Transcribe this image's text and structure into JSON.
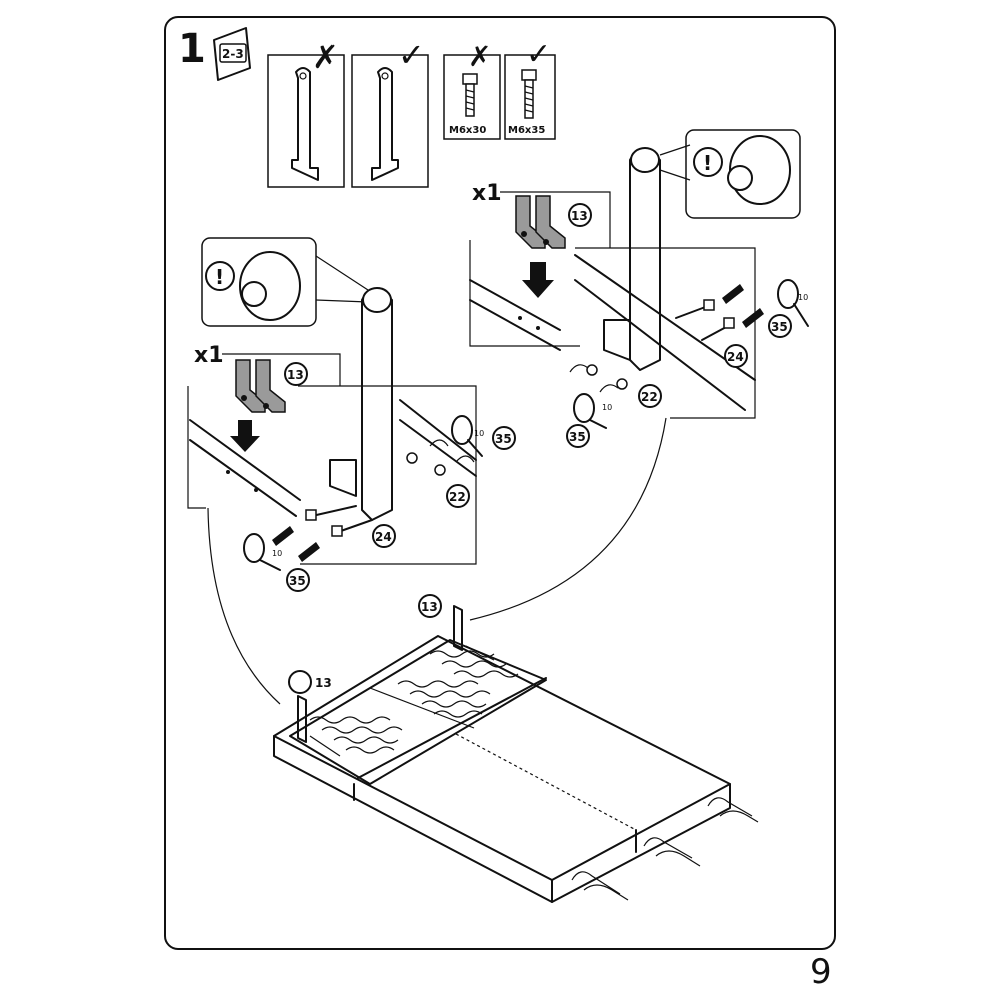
{
  "step": {
    "number": "1",
    "booklet_ref": "2-3"
  },
  "checks": {
    "wrong": "✗",
    "right": "✓"
  },
  "bolts": {
    "wrong_size": "M6x30",
    "right_size": "M6x35"
  },
  "quantity": "x1",
  "parts": {
    "strap": "13",
    "nut": "22",
    "bolt": "24",
    "wrench": "35"
  },
  "wrench_size": "10",
  "warning": "!",
  "page_number": "9"
}
